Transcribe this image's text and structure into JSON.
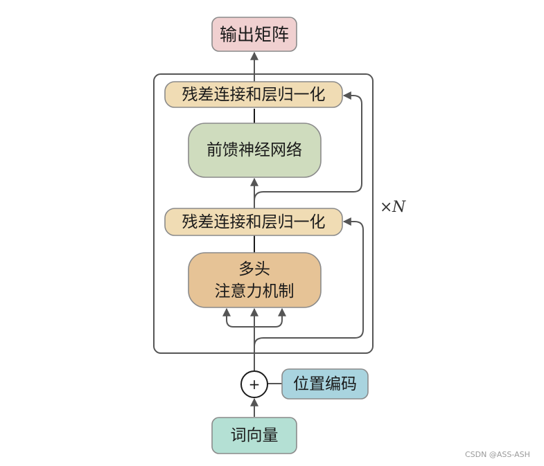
{
  "nodes": {
    "output_matrix": {
      "label": "输出矩阵",
      "color": "#f0d0d0"
    },
    "add_norm_top": {
      "label": "残差连接和层归一化",
      "color": "#f0dcb4"
    },
    "ffn": {
      "label": "前馈神经网络",
      "color": "#cfdcbe"
    },
    "add_norm_bottom": {
      "label": "残差连接和层归一化",
      "color": "#f0dcb4"
    },
    "mha": {
      "label_line1": "多头",
      "label_line2": "注意力机制",
      "color": "#e6c396"
    },
    "positional_encoding": {
      "label": "位置编码",
      "color": "#a9d4df"
    },
    "word_vectors": {
      "label": "词向量",
      "color": "#b4e0d4"
    }
  },
  "sum_symbol": "+",
  "repeat": {
    "times": "×",
    "var": "N"
  },
  "watermark": "CSDN @ASS-ASH"
}
